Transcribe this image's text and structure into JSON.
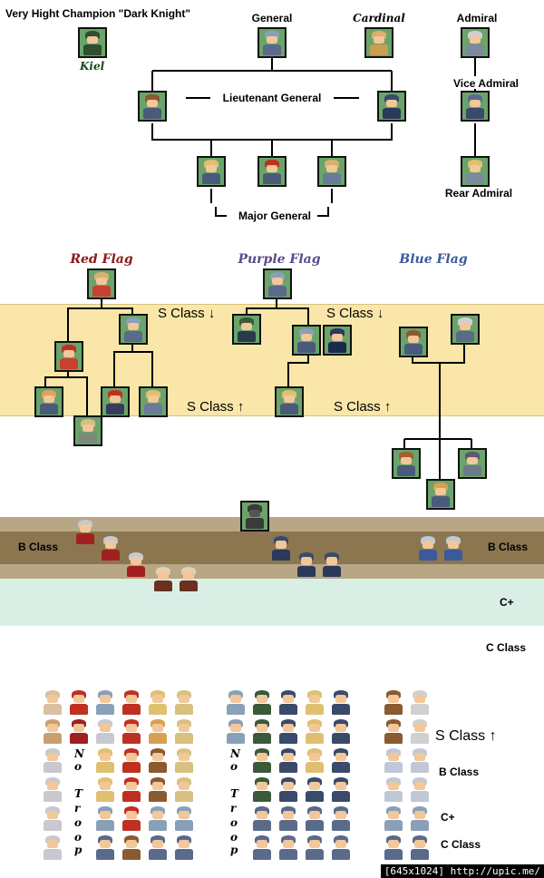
{
  "colors": {
    "s_class_band": "#f9e6a8",
    "b_class_band_dark": "#8b7650",
    "b_class_band_light": "#b8a684",
    "c_plus_band": "#d9efe6",
    "frame_green": "#6aa46a",
    "red_flag": "#8b1a1a",
    "purple_flag": "#5b4a8c",
    "blue_flag": "#3a5a9a"
  },
  "header": {
    "champion_title": "Very Hight Champion \"Dark Knight\"",
    "champion_name": "Kiel"
  },
  "top_ranks": {
    "general": "General",
    "cardinal": "Cardinal",
    "admiral": "Admiral",
    "vice_admiral": "Vice Admiral",
    "rear_admiral": "Rear Admiral",
    "lieutenant_general": "Lieutenant General",
    "major_general": "Major General"
  },
  "flags": {
    "red": "Red Flag",
    "purple": "Purple Flag",
    "blue": "Blue Flag"
  },
  "class_labels": {
    "s_down": "S Class ↓",
    "s_up": "S Class ↑",
    "b_class": "B Class",
    "c_plus": "C+",
    "c_class": "C Class"
  },
  "troop_note": [
    "N",
    "o",
    "T",
    "r",
    "o",
    "o",
    "p"
  ],
  "legend": {
    "s_up": "S Class ↑",
    "b_class": "B Class",
    "c_plus": "C+",
    "c_class": "C Class"
  },
  "footer": "[645x1024] http://upic.me/"
}
